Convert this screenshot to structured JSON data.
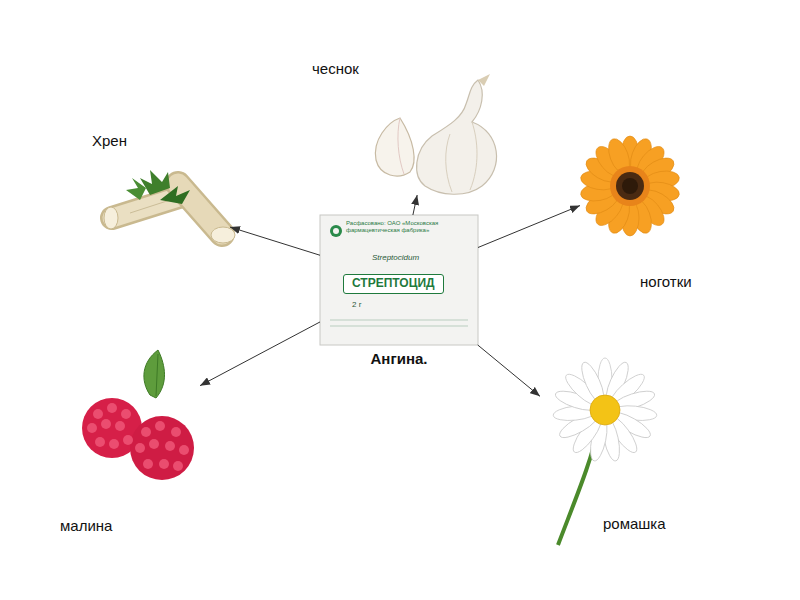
{
  "diagram": {
    "nodes": [
      {
        "text": [
          "чеснок"
        ]
      },
      {
        "text": [
          "Хрен"
        ]
      },
      {
        "text": [
          "ноготки"
        ]
      },
      {
        "text": [
          "Ангина."
        ]
      },
      {
        "text": [
          "малина"
        ]
      },
      {
        "text": [
          "ромашка"
        ]
      }
    ],
    "edges": [
      {
        "from": 3,
        "to": 0,
        "arrow": "to"
      },
      {
        "from": 3,
        "to": 1,
        "arrow": "to"
      },
      {
        "from": 3,
        "to": 2,
        "arrow": "to"
      },
      {
        "from": 3,
        "to": 4,
        "arrow": "to"
      },
      {
        "from": 3,
        "to": 5,
        "arrow": "to"
      }
    ],
    "labels": [
      "Расфасовано: ОАО «Московская фармацевтическая фабрика»",
      "Streptocidum",
      "СТРЕПТОЦИД",
      "2 г"
    ]
  }
}
